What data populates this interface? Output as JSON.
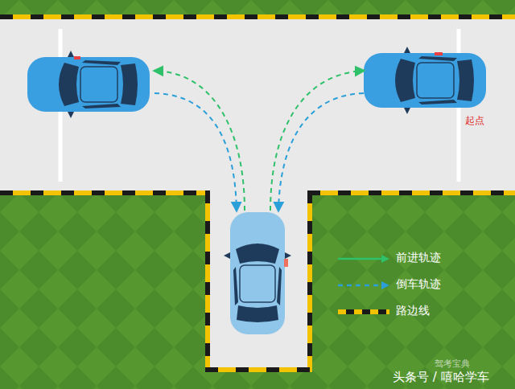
{
  "diagram": {
    "labels": [
      "起点",
      "驾考宝典",
      "头条号 / 嘻哈学车"
    ],
    "legend": [
      {
        "text": "前进轨迹"
      },
      {
        "text": "倒车轨迹"
      },
      {
        "text": "路边线"
      }
    ]
  }
}
